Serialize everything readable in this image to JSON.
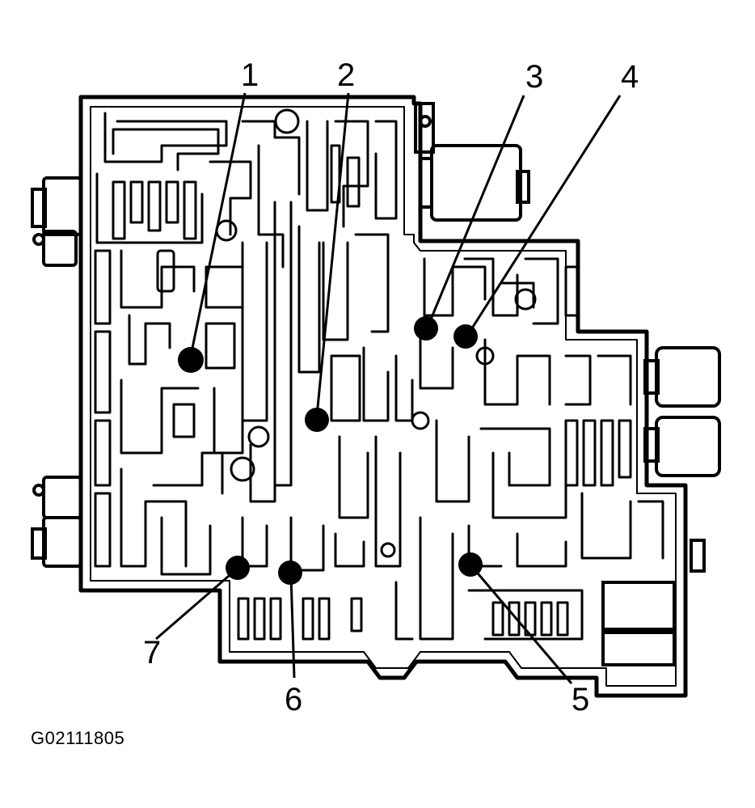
{
  "diagram": {
    "figure_id": "G02111805",
    "callouts": [
      {
        "label": "1"
      },
      {
        "label": "2"
      },
      {
        "label": "3"
      },
      {
        "label": "4"
      },
      {
        "label": "5"
      },
      {
        "label": "6"
      },
      {
        "label": "7"
      }
    ],
    "colors": {
      "ink": "#000000",
      "paper": "#ffffff"
    }
  }
}
